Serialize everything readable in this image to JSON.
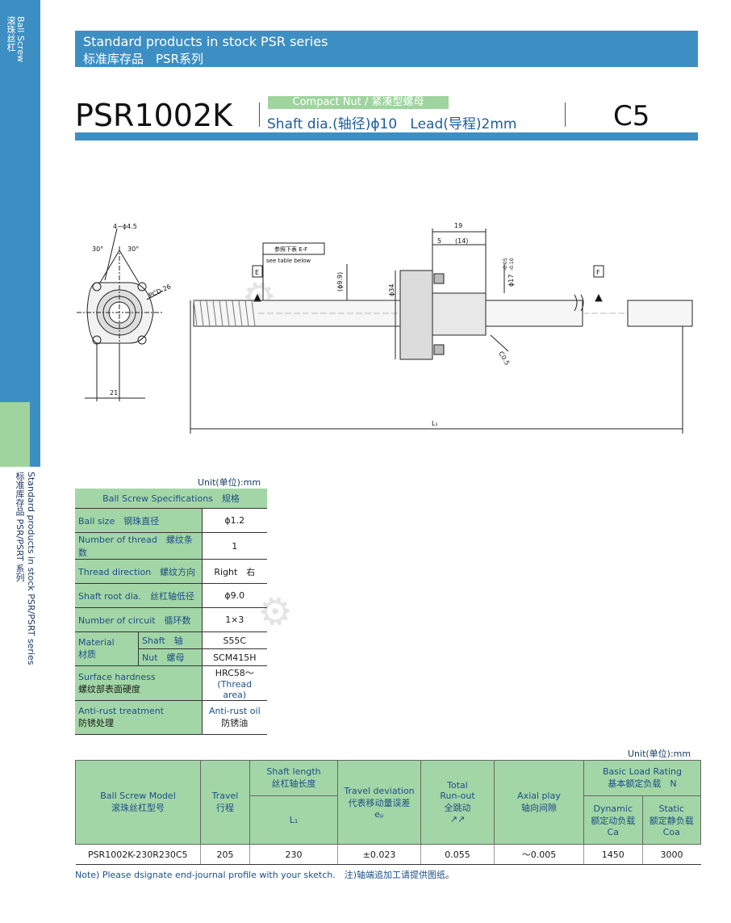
{
  "sidebar": {
    "top_en": "Ball Screw",
    "top_cn": "滚珠丝杠",
    "bottom_en": "Standard products in stock  PSR/PSRT series",
    "bottom_cn": "标准库存品  PSR/PSRT 系列"
  },
  "header": {
    "title_en": "Standard products in stock PSR series",
    "title_cn": "标准库存品　PSR系列"
  },
  "model": {
    "name": "PSR1002K",
    "subtitle": "Compact Nut / 紧凑型螺母",
    "shaft": "Shaft dia.(轴径)ϕ10",
    "lead": "Lead(导程)2mm",
    "grade": "C5"
  },
  "drawing": {
    "hole_label": "4−ϕ4.5",
    "angle1": "30°",
    "angle2": "30°",
    "pcd": "PCD 26",
    "width21": "21",
    "datum_e": "E",
    "datum_f": "F",
    "ref_label": "参照下表 E-F",
    "see_table": "see table below",
    "dim_99": "(ϕ9.9)",
    "dim_34": "ϕ34",
    "dim_19": "19",
    "dim_5": "5",
    "dim_14": "(14)",
    "dim_17": "ϕ17",
    "tol_upper": "-0.05",
    "tol_lower": "-0.10",
    "chamfer": "C0.5",
    "l1": "L₁"
  },
  "spec_table": {
    "unit": "Unit(单位):mm",
    "header": "Ball Screw Specifications　规格",
    "rows": [
      {
        "label": "Ball size　钢珠直径",
        "value": "ϕ1.2"
      },
      {
        "label": "Number of thread　螺纹条数",
        "value": "1"
      },
      {
        "label": "Thread direction　螺纹方向",
        "value": "Right　右"
      },
      {
        "label": "Shaft root dia.　丝杠轴低径",
        "value": "ϕ9.0"
      },
      {
        "label": "Number of circuit　循环数",
        "value": "1×3"
      }
    ],
    "material_label_en": "Material",
    "material_label_cn": "材质",
    "shaft_label": "Shaft　轴",
    "shaft_value": "S55C",
    "nut_label": "Nut　螺母",
    "nut_value": "SCM415H",
    "hardness_en": "Surface hardness",
    "hardness_cn": "螺纹部表面硬度",
    "hardness_val1": "HRC58～",
    "hardness_val2": "(Thread area)",
    "rust_en": "Anti-rust treatment",
    "rust_cn": "防锈处理",
    "rust_val_en": "Anti-rust oil",
    "rust_val_cn": "防锈油"
  },
  "model_table": {
    "unit": "Unit(单位):mm",
    "col_model_en": "Ball Screw Model",
    "col_model_cn": "滚珠丝杠型号",
    "col_travel_en": "Travel",
    "col_travel_cn": "行程",
    "col_shaft_en": "Shaft length",
    "col_shaft_cn": "丝杠轴长度",
    "col_shaft_sub": "L₁",
    "col_dev_en": "Travel deviation",
    "col_dev_cn": "代表移动量误差",
    "col_dev_sym": "eₚ",
    "col_runout_en1": "Total",
    "col_runout_en2": "Run-out",
    "col_runout_cn": "全跳动",
    "col_axial_en": "Axial play",
    "col_axial_cn": "轴向间隙",
    "col_load_en": "Basic Load Rating",
    "col_load_cn": "基本额定负载　N",
    "col_dyn_en": "Dynamic",
    "col_dyn_cn": "额定动负载",
    "col_dyn_sym": "Ca",
    "col_sta_en": "Static",
    "col_sta_cn": "额定静负载",
    "col_sta_sym": "Coa",
    "rows": [
      {
        "model": "PSR1002K-230R230C5",
        "travel": "205",
        "length": "230",
        "dev": "±0.023",
        "runout": "0.055",
        "axial": "～0.005",
        "dyn": "1450",
        "sta": "3000"
      }
    ]
  },
  "note": "Note) Please dsignate end-journal profile with your sketch.　注)轴端追加工请提供图纸。",
  "colors": {
    "brand_blue": "#3d8fc3",
    "table_green": "#a3d6a6",
    "accent_text": "#1d5c9e"
  }
}
